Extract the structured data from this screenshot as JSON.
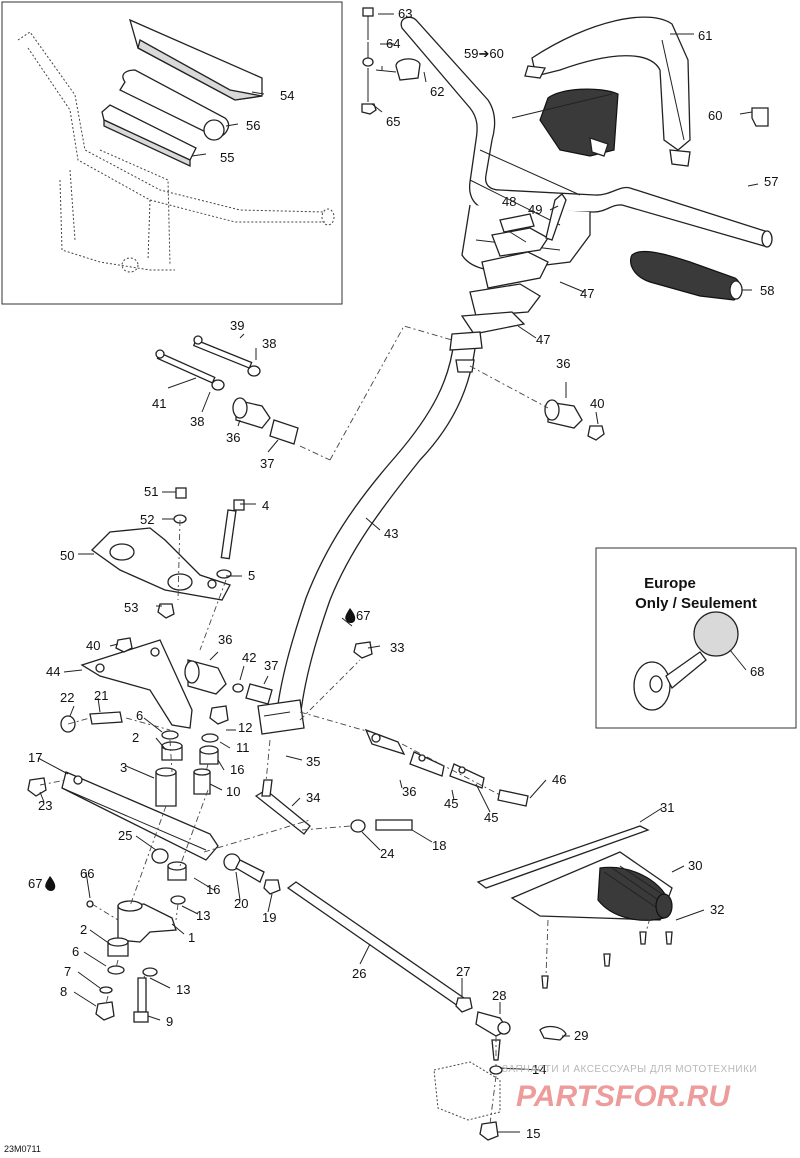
{
  "diagram": {
    "code": "23M0711",
    "europe_note": {
      "line1": "Europe",
      "line2": "Only / Seulement",
      "part": "68"
    },
    "labels": [
      "63",
      "64",
      "62",
      "65",
      "61",
      "59➔60",
      "60",
      "54",
      "56",
      "55",
      "57",
      "49",
      "48",
      "47",
      "47",
      "58",
      "39",
      "38",
      "41",
      "38",
      "36",
      "37",
      "36",
      "40",
      "43",
      "51",
      "4",
      "52",
      "50",
      "5",
      "53",
      "67",
      "40",
      "36",
      "42",
      "37",
      "33",
      "44",
      "22",
      "21",
      "6",
      "12",
      "2",
      "11",
      "3",
      "16",
      "10",
      "35",
      "17",
      "23",
      "36",
      "45",
      "45",
      "46",
      "34",
      "25",
      "18",
      "24",
      "31",
      "30",
      "67",
      "66",
      "16",
      "20",
      "19",
      "13",
      "2",
      "1",
      "32",
      "6",
      "13",
      "7",
      "26",
      "27",
      "8",
      "9",
      "28",
      "29",
      "14",
      "15"
    ],
    "watermark": {
      "line1": "ЗАПЧАСТИ И АКСЕССУАРЫ ДЛЯ МОТОТЕХНИКИ",
      "line2": "PARTSFOR.RU"
    }
  }
}
